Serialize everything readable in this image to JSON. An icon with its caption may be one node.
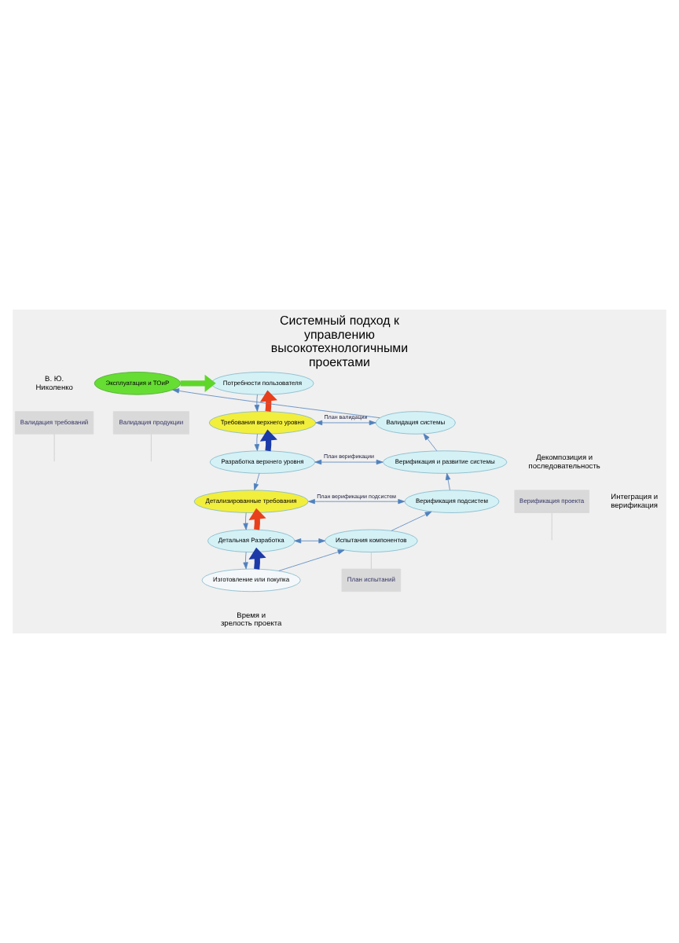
{
  "diagram": {
    "title": "Системный подход к управлению высокотехнологичными проектами",
    "nodes": [
      {
        "text": [
          "Валидация требований"
        ]
      },
      {
        "text": [
          "Валидация продукции"
        ]
      },
      {
        "text": [
          "Потребности пользователя"
        ]
      },
      {
        "text": [
          "Эксплуатация и ТОиР"
        ]
      },
      {
        "text": [
          "Требования верхнего уровня"
        ]
      },
      {
        "text": [
          "Валидация системы"
        ]
      },
      {
        "text": [
          "Разработка верхнего уровня"
        ]
      },
      {
        "text": [
          "Верификация и развитие системы"
        ]
      },
      {
        "text": [
          "Верификация проекта"
        ]
      },
      {
        "text": [
          "Детализированные требования"
        ]
      },
      {
        "text": [
          "Верификация подсистем"
        ]
      },
      {
        "text": [
          "Детальная Разработка"
        ]
      },
      {
        "text": [
          "Испытания компонентов"
        ]
      },
      {
        "text": [
          "Изготовление или покупка"
        ]
      },
      {
        "text": [
          "План испытаний"
        ]
      }
    ],
    "edges": [
      {
        "from": 0,
        "to": null,
        "arrow": "none",
        "color": "#c8c8c8"
      },
      {
        "from": 1,
        "to": null,
        "arrow": "none",
        "color": "#c8c8c8"
      },
      {
        "from": 3,
        "to": 2,
        "arrow": "to",
        "style": "thick",
        "color": "#5fd62a"
      },
      {
        "from": 2,
        "to": 4,
        "arrow": "to"
      },
      {
        "from": 4,
        "to": 6,
        "arrow": "to"
      },
      {
        "from": 6,
        "to": 9,
        "arrow": "to"
      },
      {
        "from": 9,
        "to": 11,
        "arrow": "to"
      },
      {
        "from": 11,
        "to": 13,
        "arrow": "to"
      },
      {
        "from": 13,
        "to": 12,
        "arrow": "to"
      },
      {
        "from": 12,
        "to": 10,
        "arrow": "to"
      },
      {
        "from": 10,
        "to": 7,
        "arrow": "to"
      },
      {
        "from": 7,
        "to": 5,
        "arrow": "to"
      },
      {
        "from": 5,
        "to": 3,
        "arrow": "to"
      },
      {
        "from": 4,
        "to": 5,
        "arrow": "both",
        "label": "План валидации"
      },
      {
        "from": 6,
        "to": 7,
        "arrow": "both",
        "label": "План верификации"
      },
      {
        "from": 9,
        "to": 10,
        "arrow": "both",
        "label": "План верификации подсистем"
      },
      {
        "from": 11,
        "to": 12,
        "arrow": "both"
      },
      {
        "from": 4,
        "to": 2,
        "arrow": "to",
        "style": "thick",
        "color": "#e8401c"
      },
      {
        "from": 6,
        "to": 4,
        "arrow": "to",
        "style": "thick",
        "color": "#1c3aa8"
      },
      {
        "from": 8,
        "to": null,
        "arrow": "none",
        "color": "#c8c8c8"
      },
      {
        "from": 11,
        "to": 9,
        "arrow": "to",
        "style": "thick",
        "color": "#e8401c"
      },
      {
        "from": 13,
        "to": 11,
        "arrow": "to",
        "style": "thick",
        "color": "#1c3aa8"
      },
      {
        "from": 14,
        "to": 12,
        "arrow": "none",
        "color": "#c8c8c8"
      }
    ],
    "labels": [
      "В. Ю. Николенко",
      "Декомпозиция и последовательность",
      "Интеграция и верификация",
      "Время и зрелость проекта"
    ]
  }
}
